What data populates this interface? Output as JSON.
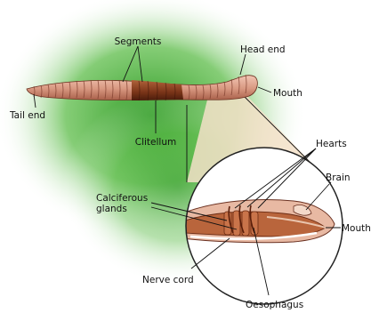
{
  "labels": {
    "segments": "Segments",
    "head_end": "Head end",
    "mouth_top": "Mouth",
    "tail_end": "Tail end",
    "clitellum": "Clitellum",
    "hearts": "Hearts",
    "brain": "Brain",
    "calciferous_1": "Calciferous",
    "calciferous_2": "glands",
    "mouth_detail": "Mouth",
    "nerve_cord": "Nerve cord",
    "oesophagus": "Oesophagus"
  },
  "colors": {
    "background_glow": "#3aa52e",
    "worm_body": "#d99a86",
    "worm_segment_line": "#7a3a2a",
    "clitellum": "#8a4225",
    "digestive_tract": "#b9653c",
    "nerve_cord": "#ffffff",
    "magnifier_outline": "#222222"
  }
}
